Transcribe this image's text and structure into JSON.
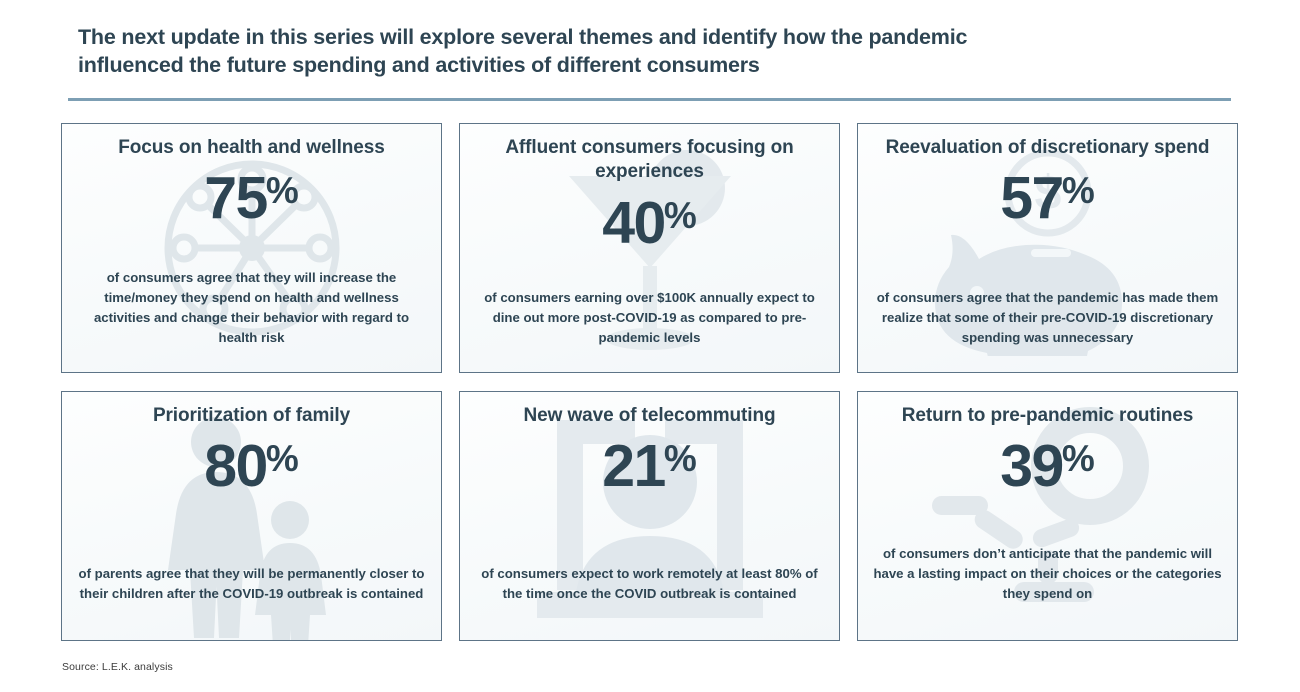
{
  "header": {
    "headline_line1": "The next update in this series will explore several themes and identify how the pandemic",
    "headline_line2": "influenced the future spending and activities of different consumers"
  },
  "colors": {
    "text_dark": "#2e4553",
    "rule": "#7d9fb4",
    "card_border": "#5d7487",
    "watermark": "#dfe6ea",
    "card_bg": "#f7fafb"
  },
  "cards": [
    {
      "id": "health-and-wellness",
      "title": "Focus on health and wellness",
      "stat_number": "75",
      "stat_symbol": "%",
      "body": "of consumers agree that they will increase the time/money they spend on health and wellness activities and change their behavior with regard to health risk",
      "icon": "network-hub-icon"
    },
    {
      "id": "affluent-experiences",
      "title": "Affluent consumers focusing on experiences",
      "stat_number": "40",
      "stat_symbol": "%",
      "body": "of consumers earning over $100K annually expect to dine out more post-COVID-19 as compared to pre-pandemic levels",
      "icon": "cocktail-glass-icon"
    },
    {
      "id": "discretionary-spend",
      "title": "Reevaluation of discretionary spend",
      "stat_number": "57",
      "stat_symbol": "%",
      "body": "of consumers agree that the pandemic has made them realize that some of their pre-COVID-19 discretionary spending was unnecessary",
      "icon": "piggy-bank-icon"
    },
    {
      "id": "prioritization-of-family",
      "title": "Prioritization of family",
      "stat_number": "80",
      "stat_symbol": "%",
      "body": "of parents agree that they will be permanently closer to their children after the COVID-19 outbreak is contained",
      "icon": "parent-and-child-icon"
    },
    {
      "id": "telecommuting",
      "title": "New wave of telecommuting",
      "stat_number": "21",
      "stat_symbol": "%",
      "body": "of consumers expect to work remotely at least 80% of the time once the COVID outbreak is contained",
      "icon": "person-at-laptop-icon"
    },
    {
      "id": "pre-pandemic-routines",
      "title": "Return to pre-pandemic routines",
      "stat_number": "39",
      "stat_symbol": "%",
      "body": "of consumers don’t anticipate that the pandemic will have a lasting impact on their choices or the categories they spend on",
      "icon": "radiating-ring-icon"
    }
  ],
  "footer": {
    "source": "Source: L.E.K. analysis"
  }
}
